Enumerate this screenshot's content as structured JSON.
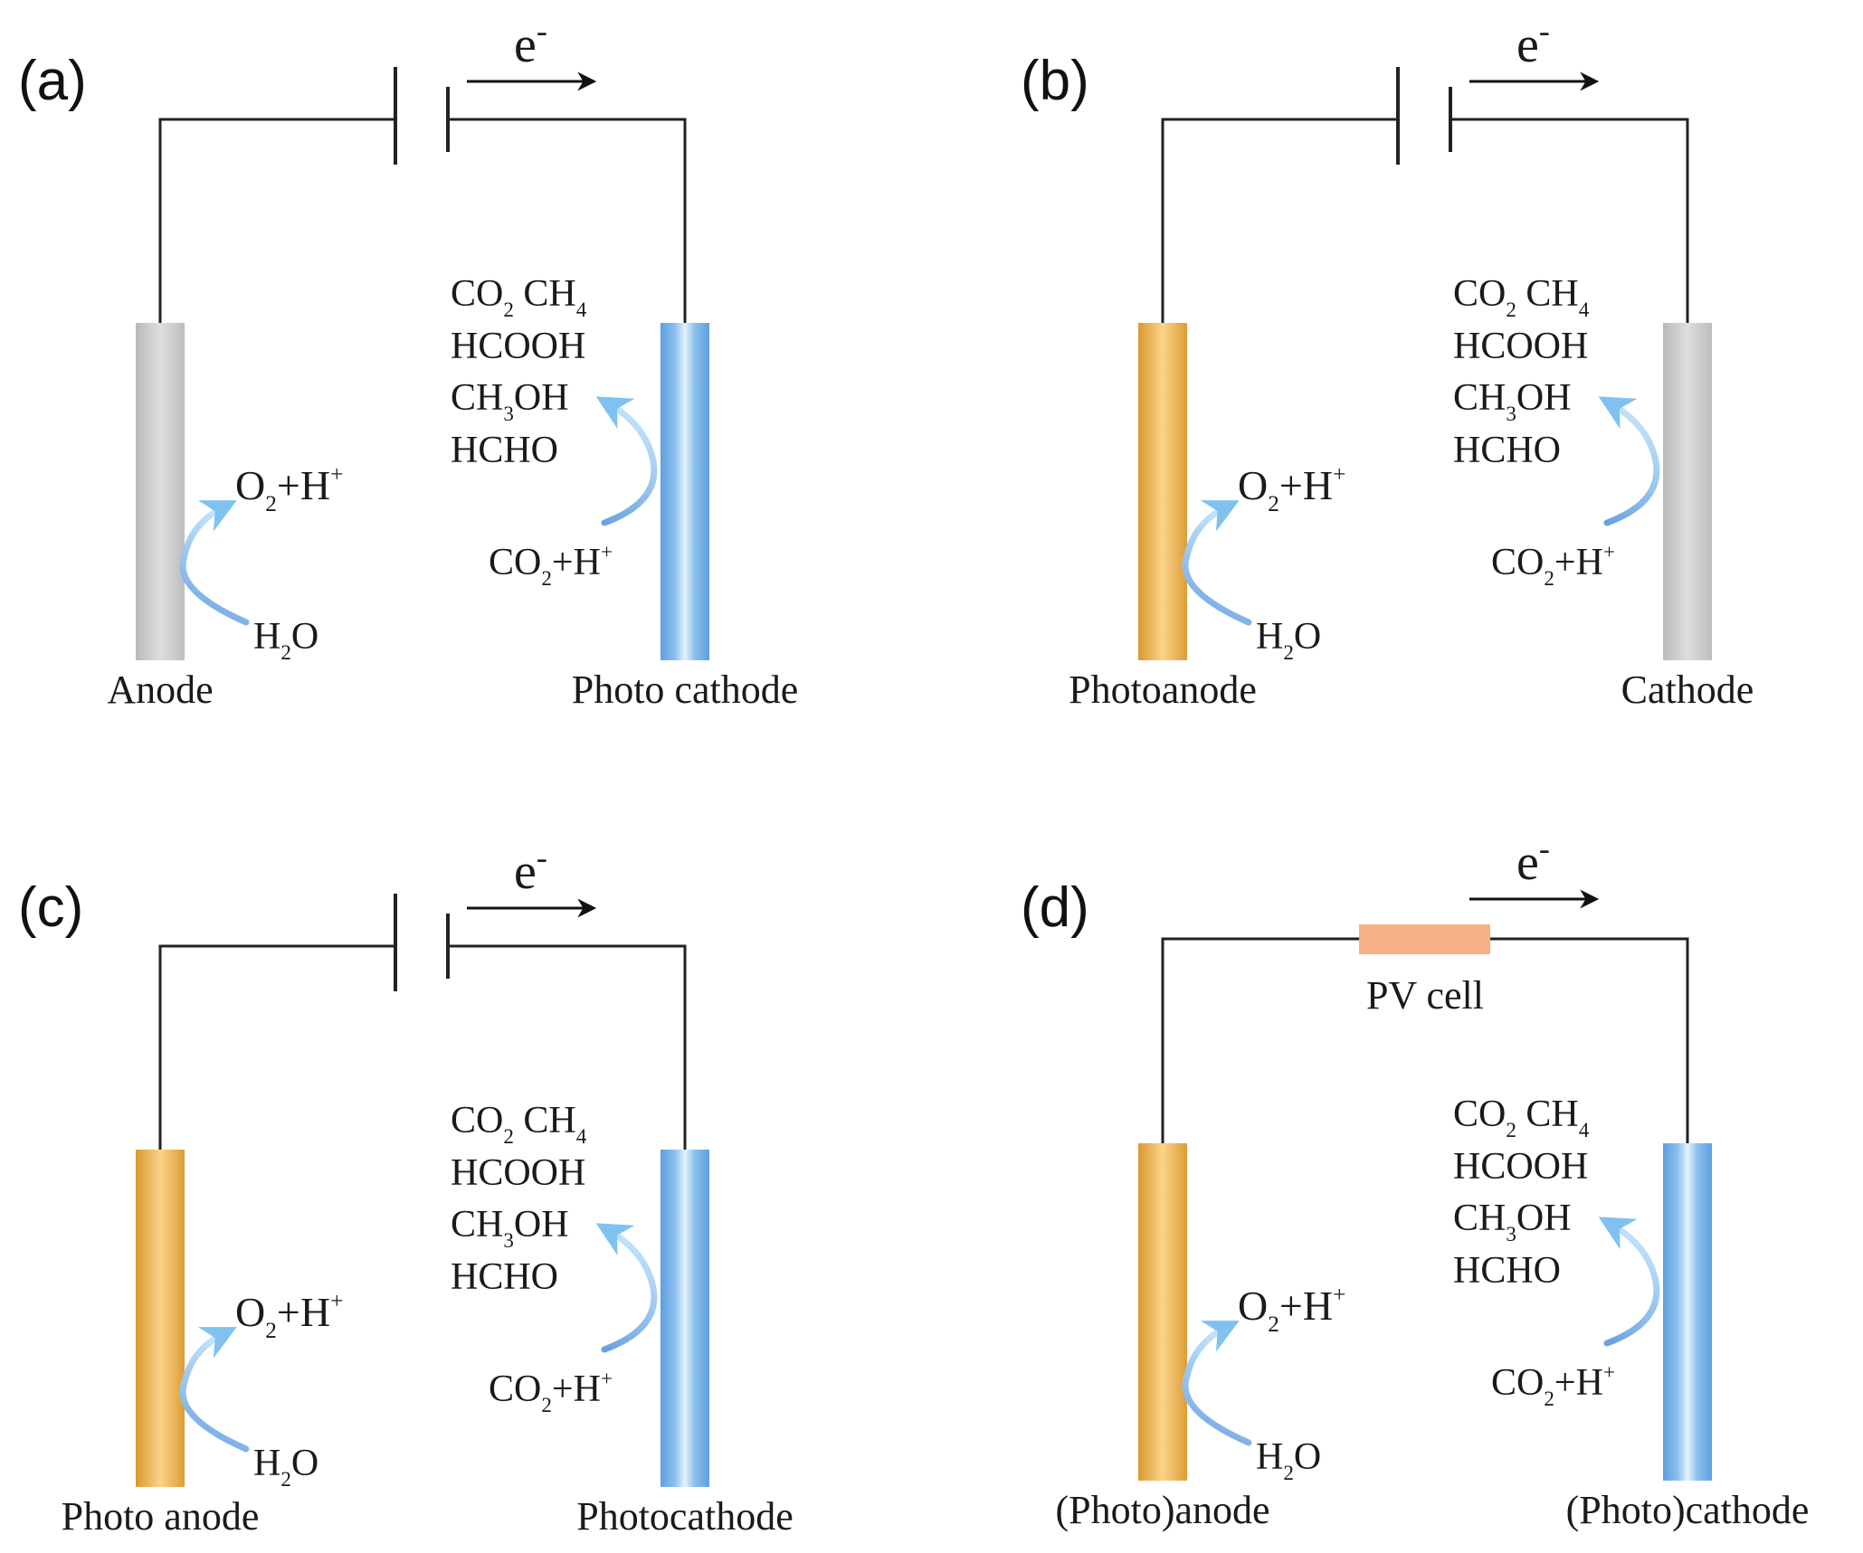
{
  "panels": [
    {
      "label": "(a)",
      "source": "battery",
      "electron": "e",
      "electron_sup": "-",
      "left_type": "gray",
      "right_type": "blue",
      "left_label": "Anode",
      "right_label": "Photo cathode",
      "ox_product": [
        "O",
        "2",
        "+H",
        "+"
      ],
      "ox_reactant": [
        "H",
        "2",
        "O"
      ],
      "red_products": {
        "line1": [
          "CO",
          "2",
          " CH",
          "4"
        ],
        "line2": "HCOOH",
        "line3": [
          "CH",
          "3",
          "OH"
        ],
        "line4": "HCHO"
      },
      "red_reactant": [
        "CO",
        "2",
        "+H",
        "+"
      ]
    },
    {
      "label": "(b)",
      "source": "battery",
      "electron": "e",
      "electron_sup": "-",
      "left_type": "gold",
      "right_type": "gray",
      "left_label": "Photoanode",
      "right_label": "Cathode",
      "ox_product": [
        "O",
        "2",
        "+H",
        "+"
      ],
      "ox_reactant": [
        "H",
        "2",
        "O"
      ],
      "red_products": {
        "line1": [
          "CO",
          "2",
          " CH",
          "4"
        ],
        "line2": "HCOOH",
        "line3": [
          "CH",
          "3",
          "OH"
        ],
        "line4": "HCHO"
      },
      "red_reactant": [
        "CO",
        "2",
        "+H",
        "+"
      ]
    },
    {
      "label": "(c)",
      "source": "battery",
      "electron": "e",
      "electron_sup": "-",
      "left_type": "gold",
      "right_type": "blue",
      "left_label": "Photo anode",
      "right_label": "Photocathode",
      "ox_product": [
        "O",
        "2",
        "+H",
        "+"
      ],
      "ox_reactant": [
        "H",
        "2",
        "O"
      ],
      "red_products": {
        "line1": [
          "CO",
          "2",
          " CH",
          "4"
        ],
        "line2": "HCOOH",
        "line3": [
          "CH",
          "3",
          "OH"
        ],
        "line4": "HCHO"
      },
      "red_reactant": [
        "CO",
        "2",
        "+H",
        "+"
      ]
    },
    {
      "label": "(d)",
      "source": "pv",
      "pv_label": "PV  cell",
      "electron": "e",
      "electron_sup": "-",
      "left_type": "gold",
      "right_type": "blue",
      "left_label": "(Photo)anode",
      "right_label": "(Photo)cathode",
      "ox_product": [
        "O",
        "2",
        "+H",
        "+"
      ],
      "ox_reactant": [
        "H",
        "2",
        "O"
      ],
      "red_products": {
        "line1": [
          "CO",
          "2",
          " CH",
          "4"
        ],
        "line2": "HCOOH",
        "line3": [
          "CH",
          "3",
          "OH"
        ],
        "line4": "HCHO"
      },
      "red_reactant": [
        "CO",
        "2",
        "+H",
        "+"
      ]
    }
  ],
  "colors": {
    "gray_electrode": "#cccccc",
    "gold_electrode": "#e8b04c",
    "blue_electrode": "#7fb2e5",
    "pv_cell": "#f6b083",
    "reaction_arrow": "#7fb9ea",
    "wire": "#222222"
  }
}
